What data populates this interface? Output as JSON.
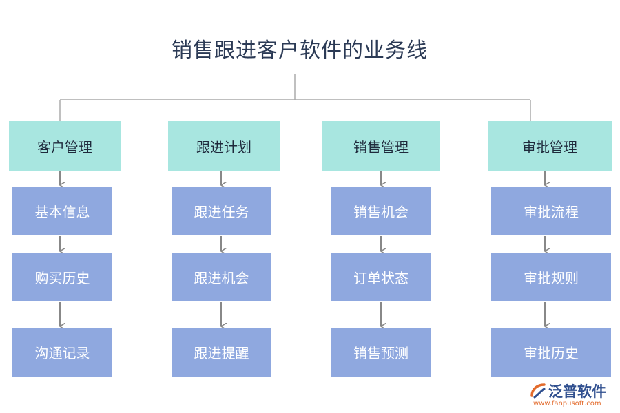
{
  "title": "销售跟进客户软件的业务线",
  "columns": [
    {
      "head": "客户管理",
      "items": [
        "基本信息",
        "购买历史",
        "沟通记录"
      ]
    },
    {
      "head": "跟进计划",
      "items": [
        "跟进任务",
        "跟进机会",
        "跟进提醒"
      ]
    },
    {
      "head": "销售管理",
      "items": [
        "销售机会",
        "订单状态",
        "销售预测"
      ]
    },
    {
      "head": "审批管理",
      "items": [
        "审批流程",
        "审批规则",
        "审批历史"
      ]
    }
  ],
  "watermark": "泛普",
  "logo": {
    "name": "泛普软件",
    "url": "www.fanpusoft.com"
  },
  "colors": {
    "head": "#a8e6e0",
    "item": "#8fa8df",
    "line": "#888888",
    "title": "#2b3a55"
  }
}
